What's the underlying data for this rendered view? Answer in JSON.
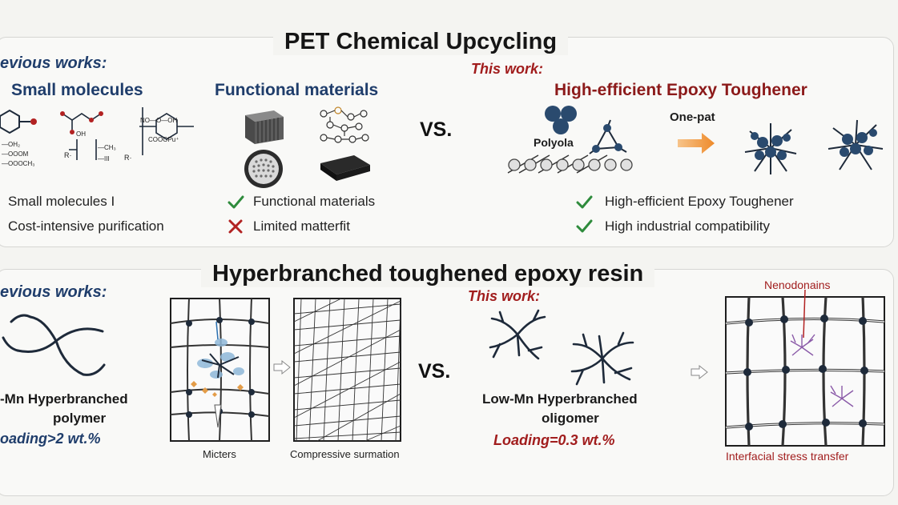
{
  "top": {
    "title": "PET Chemical Upcycling",
    "previous_label": "evious works:",
    "small_header": "Small molecules",
    "functional_header": "Functional materials",
    "vs": "VS.",
    "this_label": "This work:",
    "this_header": "High-efficient Epoxy Toughener",
    "polyol_label": "Polyola",
    "one_pot_label": "One-pat",
    "chem": {
      "line1": "—OH₂",
      "line2": "—OOOM",
      "line3": "—OOOCH₃",
      "ch3": "—CH₃",
      "ii": "—III",
      "r1": "R·",
      "r2": "R·",
      "cooo": "COOOPu⁺",
      "noo": "NO—O—OH",
      "oh": "OH"
    },
    "small_items": [
      "Small molecules  I",
      "Cost-intensive purification"
    ],
    "functional_items": [
      {
        "text": "Functional materials",
        "mark": "check"
      },
      {
        "text": "Limited matterfit",
        "mark": "cross"
      }
    ],
    "this_items": [
      {
        "text": "High-efficient Epoxy Toughener",
        "mark": "check"
      },
      {
        "text": "High industrial compatibility",
        "mark": "check"
      }
    ]
  },
  "bottom": {
    "title": "Hyperbranched toughened epoxy resin",
    "previous_label": "evious works:",
    "prev_polymer_line1": "-Mn Hyperbranched",
    "prev_polymer_line2": "polymer",
    "prev_loading": "oading>2 wt.%",
    "micro_caption": "Micters",
    "compress_caption": "Compressive surmation",
    "vs": "VS.",
    "this_label": "This work:",
    "this_oligomer_line1": "Low-Mn Hyperbranched",
    "this_oligomer_line2": "oligomer",
    "this_loading": "Loading=0.3 wt.%",
    "nano_label": "Nenodonains",
    "interfacial_caption": "Interfacial stress transfer"
  },
  "colors": {
    "dark_blue": "#1f3d6b",
    "dark_red": "#a11d1d",
    "check_green": "#2e8b3c",
    "cross_red": "#b22222",
    "arrow_orange": "#ee8a2a",
    "sphere_blue": "#2a4a6e"
  }
}
